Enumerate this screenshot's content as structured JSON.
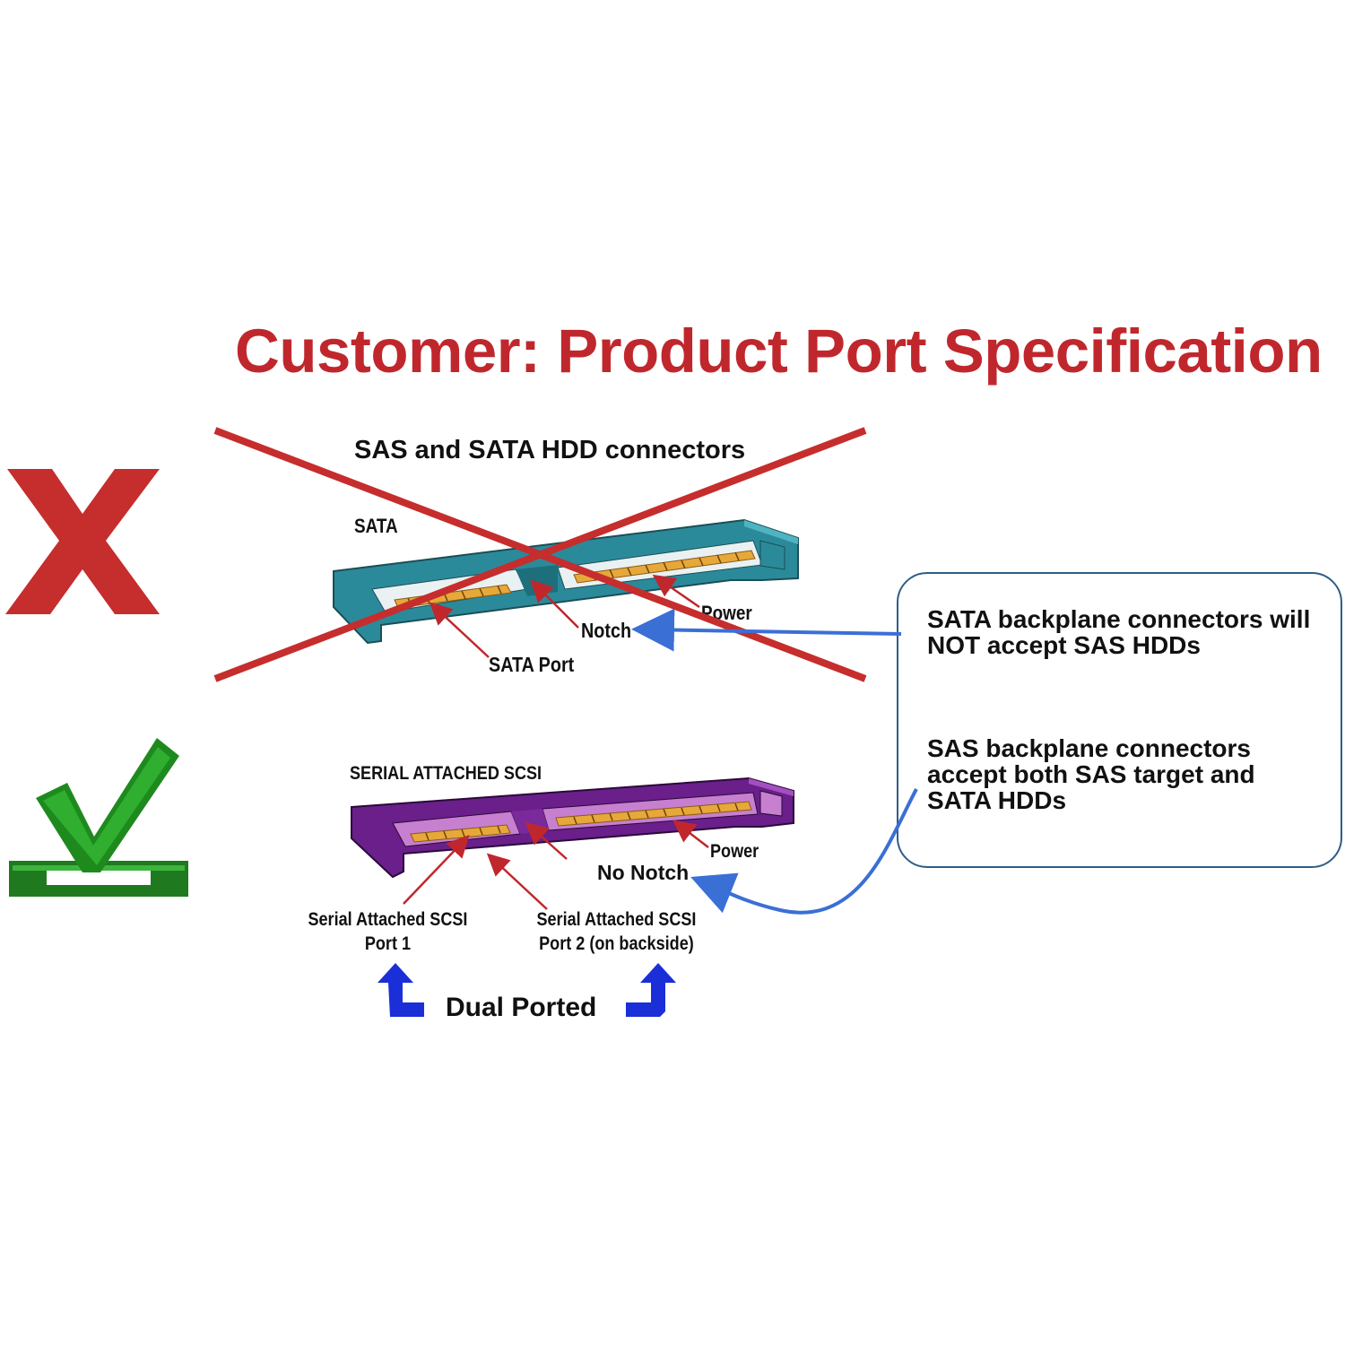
{
  "title": "Customer: Product Port Specification",
  "sata_section": {
    "heading": "SAS and SATA HDD connectors",
    "label": "SATA",
    "notch": "Notch",
    "power": "Power",
    "port": "SATA Port",
    "status_icon": "red-x-icon"
  },
  "sas_section": {
    "label": "SERIAL ATTACHED SCSI",
    "no_notch": "No Notch",
    "power": "Power",
    "port1": "Serial Attached SCSI Port 1",
    "port2": "Serial Attached SCSI Port 2 (on backside)",
    "dual": "Dual Ported",
    "status_icon": "green-check-icon"
  },
  "callout": {
    "sata_note": "SATA backplane connectors will NOT accept SAS HDDs",
    "sas_note": "SAS backplane connectors accept both SAS target and SATA HDDs"
  },
  "colors": {
    "title": "#c0272d",
    "cross_out": "#c0272d",
    "sata_connector": "#2b8a9a",
    "sas_connector": "#6a1f8a",
    "sas_inner": "#c77fd0",
    "pins": "#e7a83a",
    "callout_arrow": "#3a6fd6",
    "dual_arrows": "#1a2fd8",
    "check": "#2a9a2a"
  }
}
